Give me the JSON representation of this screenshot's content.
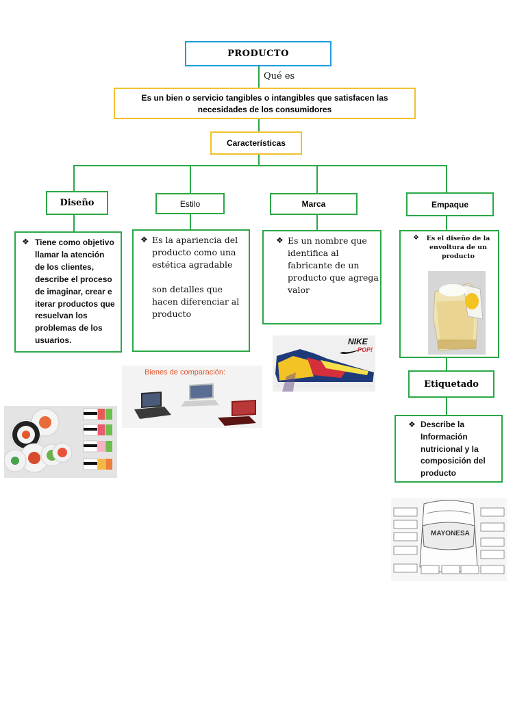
{
  "title": "PRODUCTO",
  "que_es": "Qué es",
  "definition_line1": "Es un bien o servicio tangibles o intangibles que satisfacen las",
  "definition_line2": "necesidades de los consumidores",
  "caracteristicas": "Características",
  "categories": {
    "diseno": "Diseño",
    "estilo": "Estilo",
    "marca": "Marca",
    "empaque": "Empaque",
    "etiquetado": "Etiquetado"
  },
  "descriptions": {
    "diseno": [
      "Tiene como objetivo",
      "llamar la atención",
      "de los clientes,",
      "describe el proceso",
      "de imaginar, crear e",
      "iterar productos que",
      "resuelvan los",
      "problemas de los",
      "usuarios."
    ],
    "estilo_a": [
      "Es la apariencia del",
      "producto como una",
      "estética agradable"
    ],
    "estilo_b": [
      "son detalles que",
      "hacen diferenciar al",
      "producto"
    ],
    "marca": [
      "Es un nombre que",
      "identifica al",
      "fabricante de un",
      "producto que agrega",
      "valor"
    ],
    "empaque": [
      "Es el diseño de  la",
      "envoltura de un",
      "producto"
    ],
    "etiquetado": [
      "Describe la",
      "Información",
      "nutricional y la",
      "composición del",
      "producto"
    ]
  },
  "image_labels": {
    "comparison": "Bienes de comparación:",
    "brand": "NIKE",
    "brand_sub": "POP!",
    "mayo": "MAYONESA"
  },
  "colors": {
    "blue": "#1e9bdc",
    "yellow": "#f2c12e",
    "green": "#2aa847"
  }
}
